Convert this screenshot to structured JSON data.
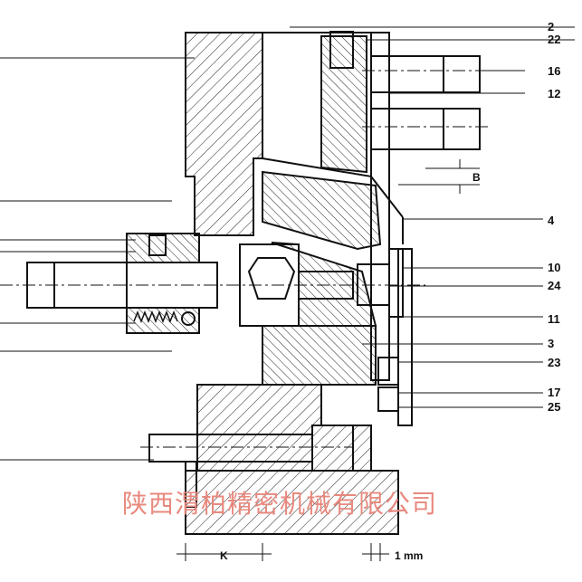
{
  "part_labels": [
    "2",
    "22",
    "16",
    "12",
    "4",
    "10",
    "24",
    "11",
    "3",
    "23",
    "17",
    "25"
  ],
  "dimensions": {
    "b_label": "B",
    "k_label": "K",
    "mm_label": "1 mm"
  },
  "watermark": "陕西渭柏精密机械有限公司"
}
